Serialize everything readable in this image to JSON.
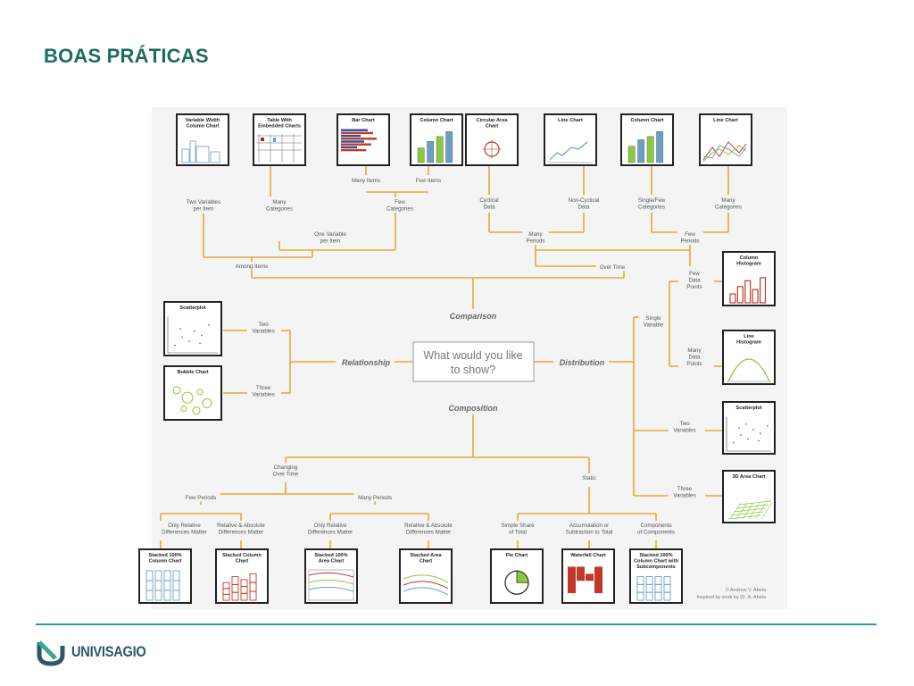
{
  "slide": {
    "title": "BOAS PRÁTICAS"
  },
  "center": {
    "line1": "What would you like",
    "line2": "to show?"
  },
  "categories": {
    "comparison": "Comparison",
    "relationship": "Relationship",
    "distribution": "Distribution",
    "composition": "Composition"
  },
  "comparison": {
    "among_items": "Among Items",
    "over_time": "Over Time",
    "two_variables": [
      "Two Variables",
      "per Item"
    ],
    "one_variable": [
      "One Variable",
      "per Item"
    ],
    "many_categories_a": [
      "Many",
      "Categories"
    ],
    "few_categories_a": [
      "Few",
      "Categories"
    ],
    "many_items": "Many Items",
    "few_items": "Few Items",
    "many_periods": [
      "Many",
      "Periods"
    ],
    "few_periods": [
      "Few",
      "Periods"
    ],
    "cyclical": [
      "Cyclical",
      "Data"
    ],
    "non_cyclical": [
      "Non-Cyclical",
      "Data"
    ],
    "single_few": [
      "Single/Few",
      "Categories"
    ],
    "many_categories_b": [
      "Many",
      "Categories"
    ]
  },
  "relationship": {
    "two_variables": [
      "Two",
      "Variables"
    ],
    "three_variables": [
      "Three",
      "Variables"
    ]
  },
  "distribution": {
    "single_variable": [
      "Single",
      "Variable"
    ],
    "few_points": [
      "Few",
      "Data",
      "Points"
    ],
    "many_points": [
      "Many",
      "Data",
      "Points"
    ],
    "two_variables": [
      "Two",
      "Variables"
    ],
    "three_variables": [
      "Three",
      "Variables"
    ]
  },
  "composition": {
    "changing": [
      "Changing",
      "Over Time"
    ],
    "static": "Static",
    "few_periods": "Few Periods",
    "many_periods": "Many Periods",
    "only_relative_a": [
      "Only Relative",
      "Differences Matter"
    ],
    "rel_abs_a": [
      "Relative & Absolute",
      "Differences Matter"
    ],
    "only_relative_b": [
      "Only Relative",
      "Differences Matter"
    ],
    "rel_abs_b": [
      "Relative & Absolute",
      "Differences Matter"
    ],
    "simple_share": [
      "Simple Share",
      "of Total"
    ],
    "accumulation": [
      "Accumulation or",
      "Subtraction to Total"
    ],
    "components": [
      "Components",
      "of Components"
    ]
  },
  "charts": {
    "variable_width": [
      "Variable Width",
      "Column Chart"
    ],
    "table_embedded": [
      "Table With",
      "Embedded Charts"
    ],
    "bar_chart": [
      "Bar Chart"
    ],
    "column_chart_a": [
      "Column Chart"
    ],
    "circular_area": [
      "Circular Area",
      "Chart"
    ],
    "line_chart_a": [
      "Line Chart"
    ],
    "column_chart_b": [
      "Column Chart"
    ],
    "line_chart_b": [
      "Line Chart"
    ],
    "scatterplot_rel": [
      "Scatterplot"
    ],
    "bubble_chart": [
      "Bubble Chart"
    ],
    "column_histogram": [
      "Column",
      "Histogram"
    ],
    "line_histogram": [
      "Line",
      "Histogram"
    ],
    "scatterplot_dist": [
      "Scatterplot"
    ],
    "area_3d": [
      "3D Area Chart"
    ],
    "stacked_100_column": [
      "Stacked 100%",
      "Column Chart"
    ],
    "stacked_column": [
      "Stacked Column",
      "Chart"
    ],
    "stacked_100_area": [
      "Stacked 100%",
      "Area Chart"
    ],
    "stacked_area": [
      "Stacked Area",
      "Chart"
    ],
    "pie_chart": [
      "Pie Chart"
    ],
    "waterfall": [
      "Waterfall Chart"
    ],
    "stacked_100_sub": [
      "Stacked 100%",
      "Column Chart with",
      "Subcomponents"
    ]
  },
  "credit": {
    "line1": "© Andrew V. Abela",
    "line2": "Inspired by work by Dr. A. Abela"
  },
  "brand": {
    "name": "UNIVISAGIO"
  },
  "colors": {
    "connector": "#e3a93a",
    "title": "#1d6b63",
    "footer": "#2f9b8b"
  }
}
